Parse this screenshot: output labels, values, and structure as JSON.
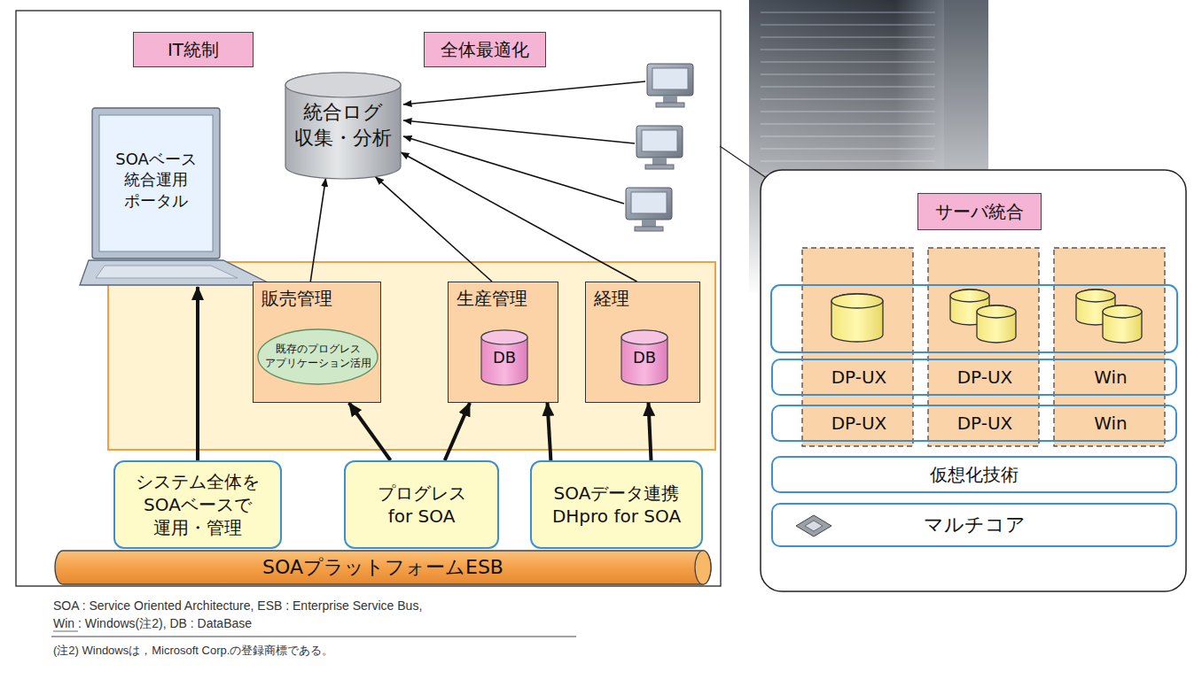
{
  "diagram": {
    "nodes": [
      {
        "text": [
          "IT統制"
        ]
      },
      {
        "text": [
          "全体最適化"
        ]
      },
      {
        "text": [
          "統合ログ 収集・分析"
        ]
      },
      {
        "text": [
          "SOAベース 統合運用 ポータル"
        ]
      },
      {
        "text": [
          "販売管理"
        ]
      },
      {
        "text": [
          "既存のプログレス アプリケーション活用"
        ],
        "in": 4
      },
      {
        "text": [
          "生産管理"
        ]
      },
      {
        "text": [
          "DB"
        ],
        "in": 6
      },
      {
        "text": [
          "経理"
        ]
      },
      {
        "text": [
          "DB"
        ],
        "in": 8
      },
      {
        "text": [
          "システム全体を SOAベースで 運用・管理"
        ]
      },
      {
        "text": [
          "プログレス for SOA"
        ]
      },
      {
        "text": [
          "SOAデータ連携 DHpro for SOA"
        ]
      },
      {
        "text": [
          "SOAプラットフォームESB"
        ]
      },
      {
        "text": [
          "サーバ統合"
        ]
      },
      {
        "text": [
          "DP-UX",
          "DP-UX",
          "Win"
        ]
      },
      {
        "text": [
          "DP-UX",
          "DP-UX",
          "Win"
        ]
      },
      {
        "text": [
          "仮想化技術"
        ]
      },
      {
        "text": [
          "マルチコア"
        ]
      }
    ],
    "edges": [
      {
        "from": 4,
        "to": 2,
        "arrow": "to"
      },
      {
        "from": 6,
        "to": 2,
        "arrow": "to"
      },
      {
        "from": 8,
        "to": 2,
        "arrow": "to"
      },
      {
        "from": 10,
        "to": 3,
        "arrow": "to"
      },
      {
        "from": 11,
        "to": 4,
        "arrow": "to"
      },
      {
        "from": 11,
        "to": 6,
        "arrow": "to"
      },
      {
        "from": 12,
        "to": 6,
        "arrow": "to"
      },
      {
        "from": 12,
        "to": 8,
        "arrow": "to"
      }
    ],
    "labels": [
      "SOA : Service Oriented Architecture, ESB : Enterprise Service Bus,",
      "Win : Windows(注2), DB : DataBase",
      "(注2) Windowsは，Microsoft Corp.の登録商標である。"
    ]
  }
}
